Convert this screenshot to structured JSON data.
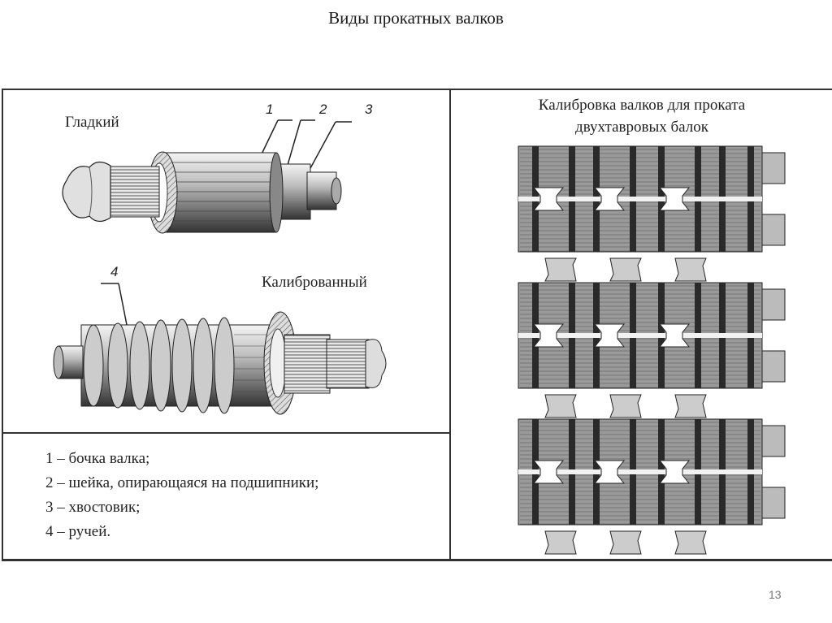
{
  "slide": {
    "title": "Виды прокатных валков",
    "page_number": "13"
  },
  "left_panel": {
    "smooth_roll": {
      "label": "Гладкий",
      "callouts": [
        "1",
        "2",
        "3"
      ]
    },
    "calibrated_roll": {
      "label": "Калиброванный",
      "callouts": [
        "4"
      ]
    },
    "legend": [
      "1 – бочка валка;",
      "2 – шейка, опирающаяся на подшипники;",
      "3 – хвостовик;",
      "4 – ручей."
    ]
  },
  "right_panel": {
    "title_line1": "Калибровка валков для проката",
    "title_line2": "двухтавровых балок",
    "stands": 3,
    "profiles_per_row": 3
  }
}
